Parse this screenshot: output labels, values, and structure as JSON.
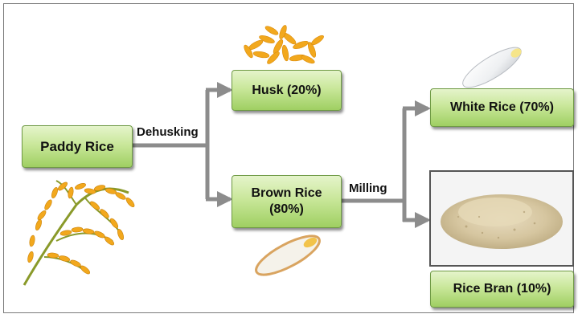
{
  "diagram": {
    "nodes": {
      "paddy": "Paddy Rice",
      "husk": "Husk (20%)",
      "brown_line1": "Brown Rice",
      "brown_line2": "(80%)",
      "white": "White Rice (70%)",
      "bran": "Rice Bran (10%)"
    },
    "edges": {
      "dehusking": "Dehusking",
      "milling": "Milling"
    },
    "colors": {
      "box_fill": "#c9e79a",
      "box_border": "#6f9a45",
      "arrow": "#8c8c8c",
      "grain_gold": "#f2a81d"
    },
    "images": [
      "rice-plant-image",
      "husk-pile-image",
      "brown-rice-grain-image",
      "white-rice-grain-image",
      "rice-bran-photo"
    ]
  }
}
